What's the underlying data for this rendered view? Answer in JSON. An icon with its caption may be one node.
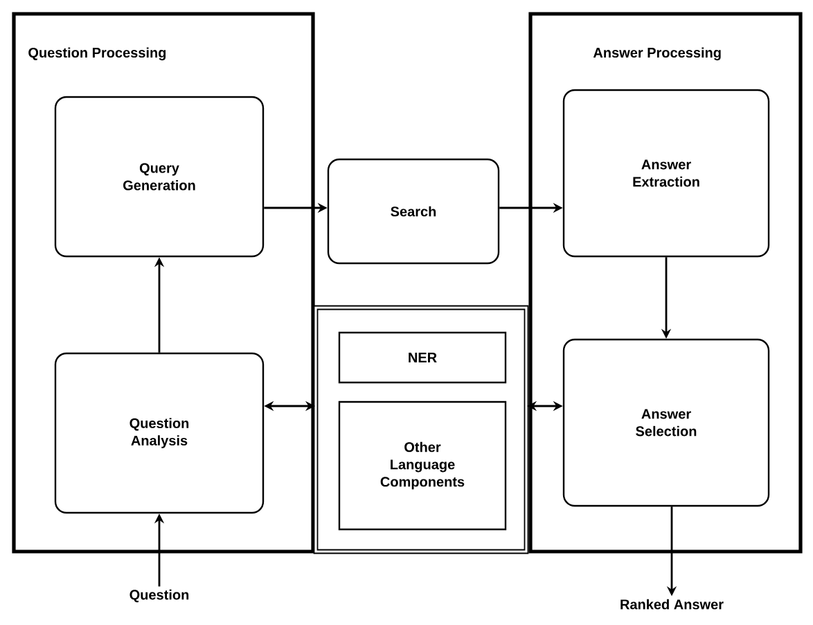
{
  "diagram": {
    "nodes": [
      {
        "text": [
          "Question Processing"
        ]
      },
      {
        "text": [
          "Query Generation"
        ],
        "in": 0
      },
      {
        "text": [
          "Question Analysis"
        ],
        "in": 0
      },
      {
        "text": [
          "Search"
        ]
      },
      {
        "text": [
          "Answer Processing"
        ]
      },
      {
        "text": [
          "Answer Extraction"
        ],
        "in": 4
      },
      {
        "text": [
          "Answer Selection"
        ],
        "in": 4
      },
      {
        "text": [],
        "shape": "box"
      },
      {
        "text": [
          "NER"
        ],
        "in": 7
      },
      {
        "text": [
          "Other Language Components"
        ],
        "in": 7
      },
      {
        "text": [
          "Question"
        ]
      },
      {
        "text": [
          "Ranked Answer"
        ]
      }
    ],
    "edges": [
      {
        "from": 10,
        "to": 2,
        "arrow": "to"
      },
      {
        "from": 2,
        "to": 1,
        "arrow": "to"
      },
      {
        "from": 1,
        "to": 3,
        "arrow": "to"
      },
      {
        "from": 3,
        "to": 5,
        "arrow": "to"
      },
      {
        "from": 5,
        "to": 6,
        "arrow": "to"
      },
      {
        "from": 6,
        "to": 11,
        "arrow": "to"
      },
      {
        "from": 2,
        "to": 7,
        "arrow": "both"
      },
      {
        "from": 7,
        "to": 6,
        "arrow": "both"
      }
    ]
  }
}
